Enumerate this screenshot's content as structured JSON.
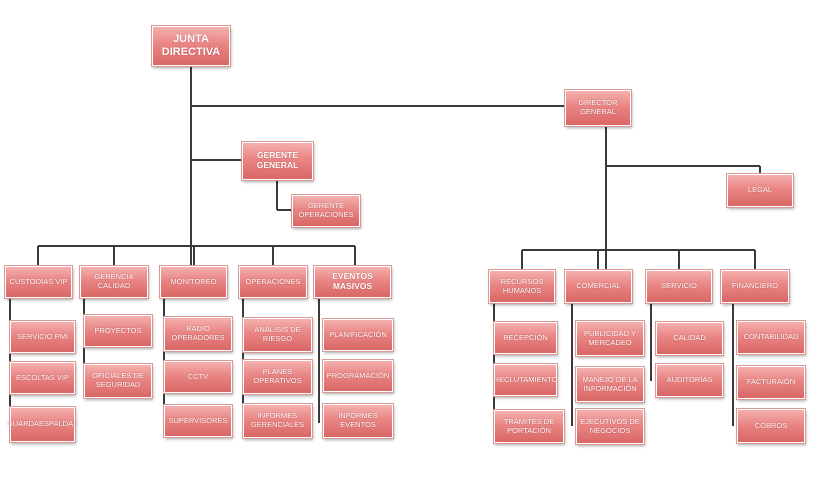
{
  "nodes": {
    "junta": "JUNTA DIRECTIVA",
    "director": "DIRECTOR GENERAL",
    "gerente": "GERENTE GENERAL",
    "gerente_ops": "GERENTE OPERACIONES",
    "legal": "LEGAL",
    "custodias": "CUSTODIAS VIP",
    "servicio_pmi": "SERVICIO PMI",
    "escoltas": "ESCOLTAS VIP",
    "guardaespaldas": "GUARDAESPALDAS",
    "gerencia_calidad": "GERENCIA CALIDAD",
    "proyectos": "PROYECTOS",
    "oficiales": "OFICIALES DE SEGURIDAD",
    "monitoreo": "MONITOREO",
    "radio": "RADIO OPERADORES",
    "cctv": "CCTV",
    "supervisores": "SUPERVISORES",
    "operaciones": "OPERACIONES",
    "analisis": "ANÁLISIS DE RIESGO",
    "planes": "PLANES OPERATIVOS",
    "informes_ger": "INFORMES GERENCIALES",
    "eventos": "EVENTOS MASIVOS",
    "planificacion": "PLANIFICACIÓN",
    "programacion": "PROGRAMACIÓN",
    "informes_ev": "INFORMES EVENTOS",
    "rrhh": "RECURSOS HUMANOS",
    "recepcion": "RECEPCIÓN",
    "reclutamiento": "RECLUTAMIENTO",
    "tramites": "TRÁMITES DE PORTACIÓN",
    "comercial": "COMERCIAL",
    "publicidad": "PUBLICIDAD Y MERCADEO",
    "manejo": "MANEJO DE LA INFORMACIÓN",
    "ejecutivos": "EJECUTIVOS DE NEGOCIOS",
    "servicio": "SERVICIO",
    "calidad": "CALIDAD",
    "auditorias": "AUDITORÍAS",
    "financiero": "FINANCIERO",
    "contabilidad": "CONTABILIDAD",
    "facturacion": "FACTURAIÓN",
    "cobros": "COBROS"
  },
  "colors": {
    "box_top": "#f4b0ae",
    "box_bottom": "#d96766",
    "text": "#ffffff",
    "line": "#3a3a3a"
  }
}
